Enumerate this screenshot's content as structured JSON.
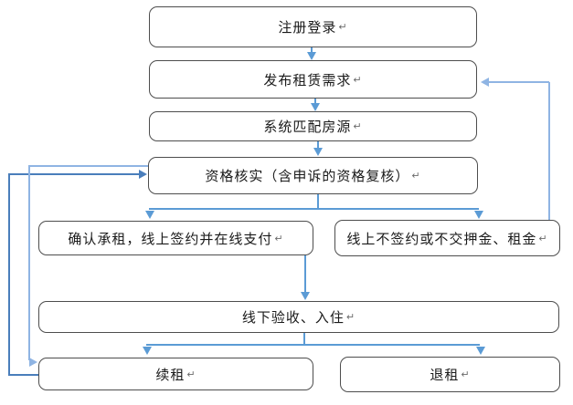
{
  "diagram": {
    "type": "flowchart",
    "paragraph_mark": "↵",
    "colors": {
      "node_border": "#4d4d4d",
      "connector": "#5b9bd5",
      "feedback_dark": "#4a7ebb",
      "feedback_light": "#8fb4e3"
    },
    "nodes": [
      {
        "id": "register",
        "label": "注册登录"
      },
      {
        "id": "publish",
        "label": "发布租赁需求"
      },
      {
        "id": "match",
        "label": "系统匹配房源"
      },
      {
        "id": "verify",
        "label": "资格核实（含申诉的资格复核）"
      },
      {
        "id": "confirm",
        "label": "确认承租，线上签约并在线支付"
      },
      {
        "id": "no-sign",
        "label": "线上不签约或不交押金、租金"
      },
      {
        "id": "check-in",
        "label": "线下验收、入住"
      },
      {
        "id": "renew",
        "label": "续租"
      },
      {
        "id": "terminate",
        "label": "退租"
      }
    ],
    "edges": [
      {
        "from": "注册登录",
        "to": "发布租赁需求"
      },
      {
        "from": "发布租赁需求",
        "to": "系统匹配房源"
      },
      {
        "from": "系统匹配房源",
        "to": "资格核实（含申诉的资格复核）"
      },
      {
        "from": "资格核实（含申诉的资格复核）",
        "to": "确认承租，线上签约并在线支付"
      },
      {
        "from": "资格核实（含申诉的资格复核）",
        "to": "线上不签约或不交押金、租金"
      },
      {
        "from": "确认承租，线上签约并在线支付",
        "to": "线下验收、入住"
      },
      {
        "from": "线下验收、入住",
        "to": "续租"
      },
      {
        "from": "线下验收、入住",
        "to": "退租"
      },
      {
        "from": "线上不签约或不交押金、租金",
        "to": "发布租赁需求"
      },
      {
        "from": "续租",
        "to": "资格核实（含申诉的资格复核）"
      },
      {
        "from": "资格核实（含申诉的资格复核）",
        "to": "续租"
      }
    ]
  }
}
